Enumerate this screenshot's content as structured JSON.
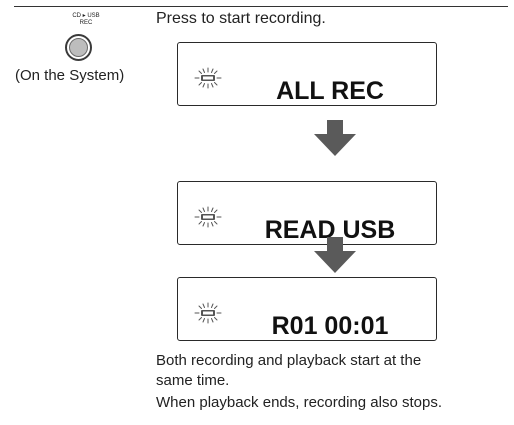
{
  "button": {
    "caption_line1": "CD ▸ USB",
    "caption_line2": "REC",
    "location": "(On the System)"
  },
  "instruction": "Press to start recording.",
  "displays": [
    {
      "text": "ALL REC",
      "indicator": "REC"
    },
    {
      "text": "READ USB",
      "indicator": "REC"
    },
    {
      "text": "R01 00:01",
      "indicator": "REC"
    }
  ],
  "notes": {
    "line1": "Both recording and playback start at the",
    "line2": "same time.",
    "line3": "When playback ends, recording also stops."
  },
  "icons": {
    "button": "rec-button-icon",
    "indicator": "flashing-rec-indicator-icon",
    "arrow": "down-arrow-icon"
  },
  "colors": {
    "arrow": "#5a5a5a",
    "indicator": "#555555"
  }
}
